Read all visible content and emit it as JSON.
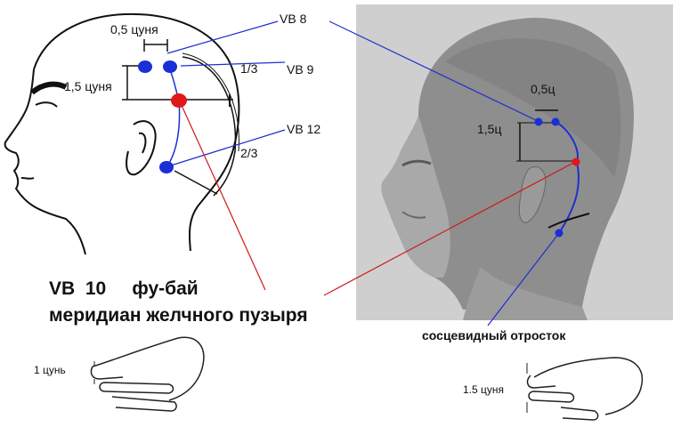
{
  "colors": {
    "point": "#1a2fd6",
    "target_point": "#e01818",
    "blue_leader": "#1f2fd0",
    "red_leader": "#d01818",
    "outline": "#111111",
    "photo_bg": "#cfcfcf"
  },
  "labels": {
    "half_cun_left": "0,5 цуня",
    "one_half_cun_left": "1,5 цуня",
    "vb8": "VB 8",
    "vb9": "VB 9",
    "vb12": "VB 12",
    "one_third": "1/3",
    "two_thirds": "2/3",
    "half_cun_right": "0,5ц",
    "one_half_cun_right": "1,5ц",
    "title_line1": "VB  10     фу-бай",
    "title_line2": "меридиан желчного пузыря",
    "mastoid": "сосцевидный отросток",
    "one_cun": "1 цунь",
    "one_half_cun_hand": "1.5 цуня"
  }
}
